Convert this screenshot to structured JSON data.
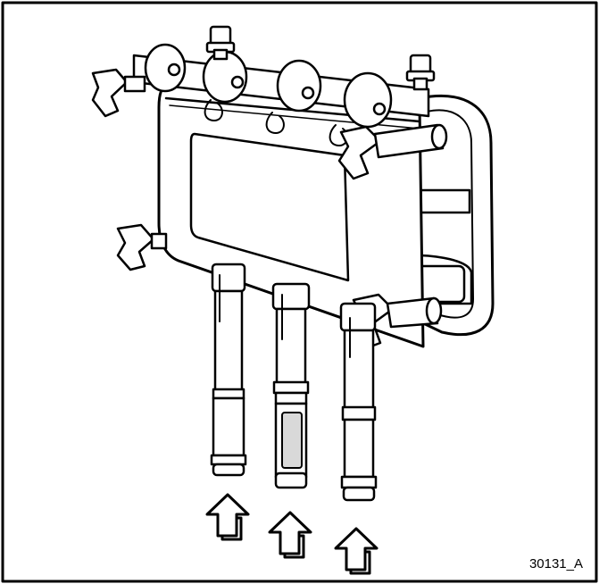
{
  "figure": {
    "id_label": "30131_A",
    "stroke_color": "#000000",
    "fill_color": "#ffffff",
    "shade_color": "#d9d9d9"
  },
  "parts": {
    "manifold": "manifold-body",
    "arrows": [
      "up-arrow-left",
      "up-arrow-center",
      "up-arrow-right"
    ]
  }
}
